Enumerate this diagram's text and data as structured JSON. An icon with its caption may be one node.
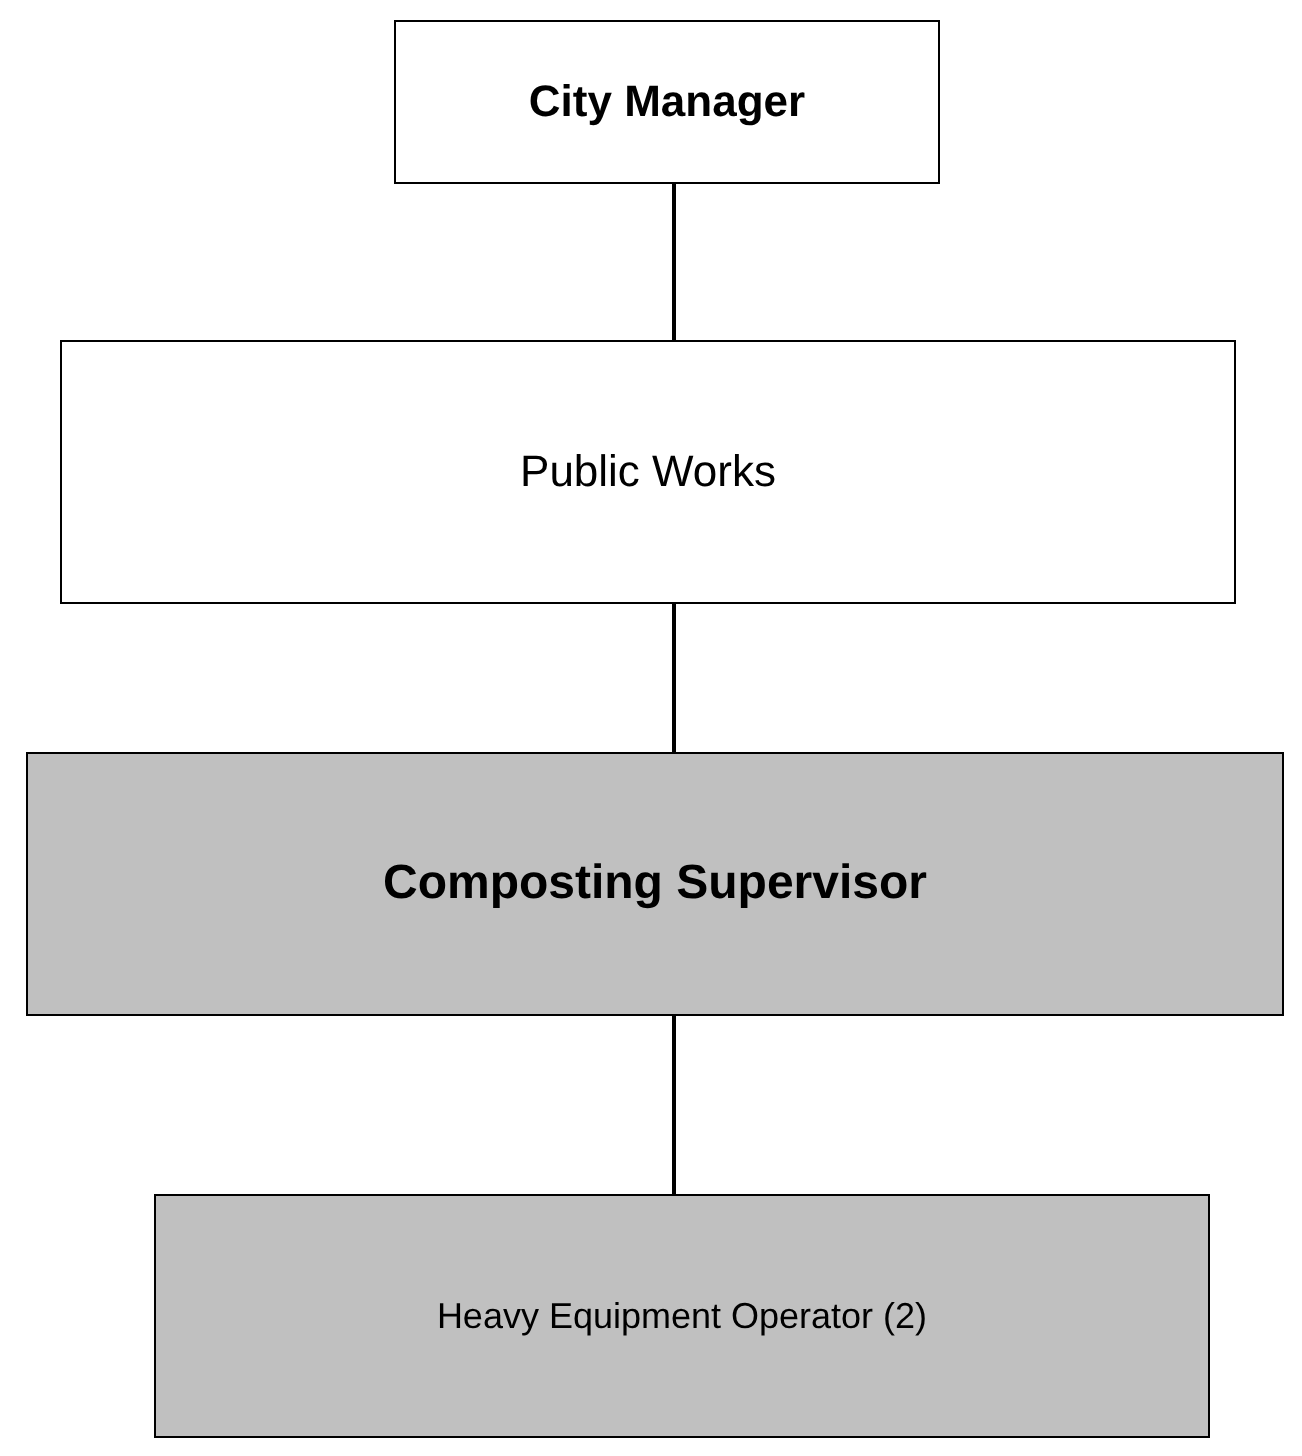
{
  "diagram": {
    "nodes": [
      {
        "text": [
          "City Manager"
        ]
      },
      {
        "text": [
          "Public Works"
        ]
      },
      {
        "text": [
          "Composting Supervisor"
        ]
      },
      {
        "text": [
          "Heavy Equipment Operator (2)"
        ]
      }
    ],
    "edges": [
      {
        "from": 0,
        "to": 1,
        "arrow": "none"
      },
      {
        "from": 1,
        "to": 2,
        "arrow": "none"
      },
      {
        "from": 2,
        "to": 3,
        "arrow": "none"
      }
    ]
  }
}
